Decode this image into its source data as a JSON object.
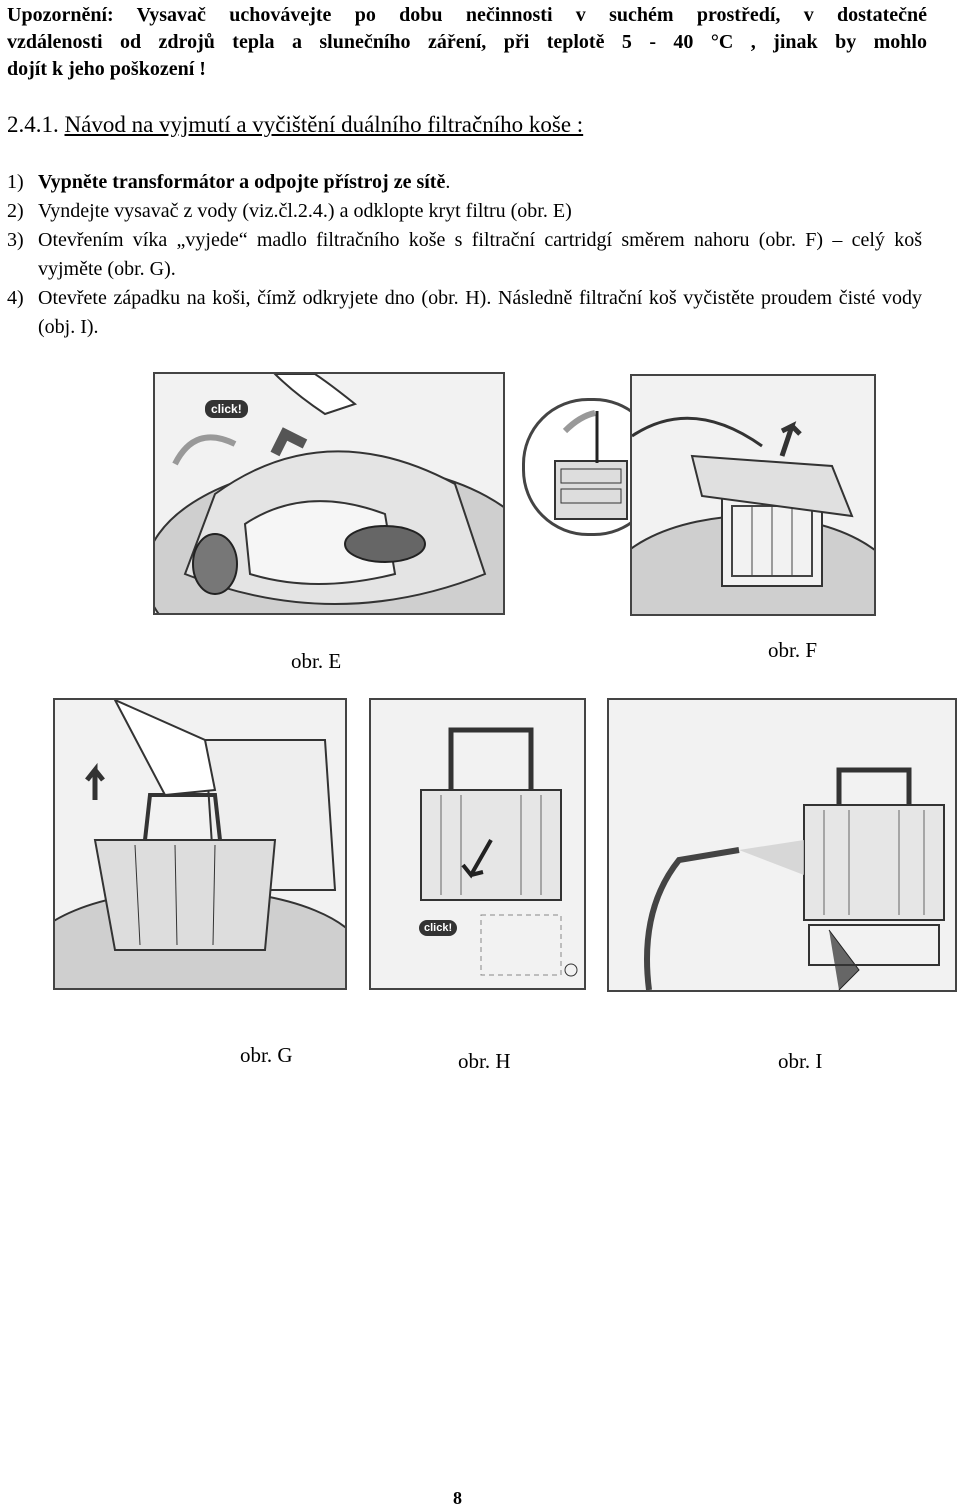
{
  "warning": {
    "line1": "Upozornění: Vysavač uchovávejte po dobu nečinnosti v suchém prostředí, v dostatečné",
    "line2": "vzdálenosti od zdrojů tepla a slunečního záření, při teplotě 5 - 40 °C , jinak by mohlo",
    "line3": "dojít k jeho poškození !"
  },
  "section": {
    "number": "2.4.1.",
    "title": "Návod na vyjmutí a vyčištění duálního filtračního koše :"
  },
  "steps": [
    {
      "num": "1)",
      "text": "Vypněte transformátor a odpojte přístroj ze sítě",
      "tail": "."
    },
    {
      "num": "2)",
      "text": "Vyndejte vysavač z vody (viz.čl.2.4.) a odklopte kryt filtru (obr. E)"
    },
    {
      "num": "3)",
      "text": "Otevřením víka „vyjede“ madlo filtračního koše s filtrační cartridgí směrem nahoru (obr. F) – celý koš vyjměte (obr. G)."
    },
    {
      "num": "4)",
      "text": "Otevřete západku na koši, čímž odkryjete dno (obr. H). Následně filtrační koš vyčistěte proudem čisté vody (obj. I)."
    }
  ],
  "figures": {
    "e": {
      "caption": "obr. E",
      "badge": "click!"
    },
    "f": {
      "caption": "obr. F"
    },
    "g": {
      "caption": "obr. G"
    },
    "h": {
      "caption": "obr. H",
      "badge": "click!"
    },
    "i": {
      "caption": "obr. I"
    }
  },
  "page_number": "8"
}
